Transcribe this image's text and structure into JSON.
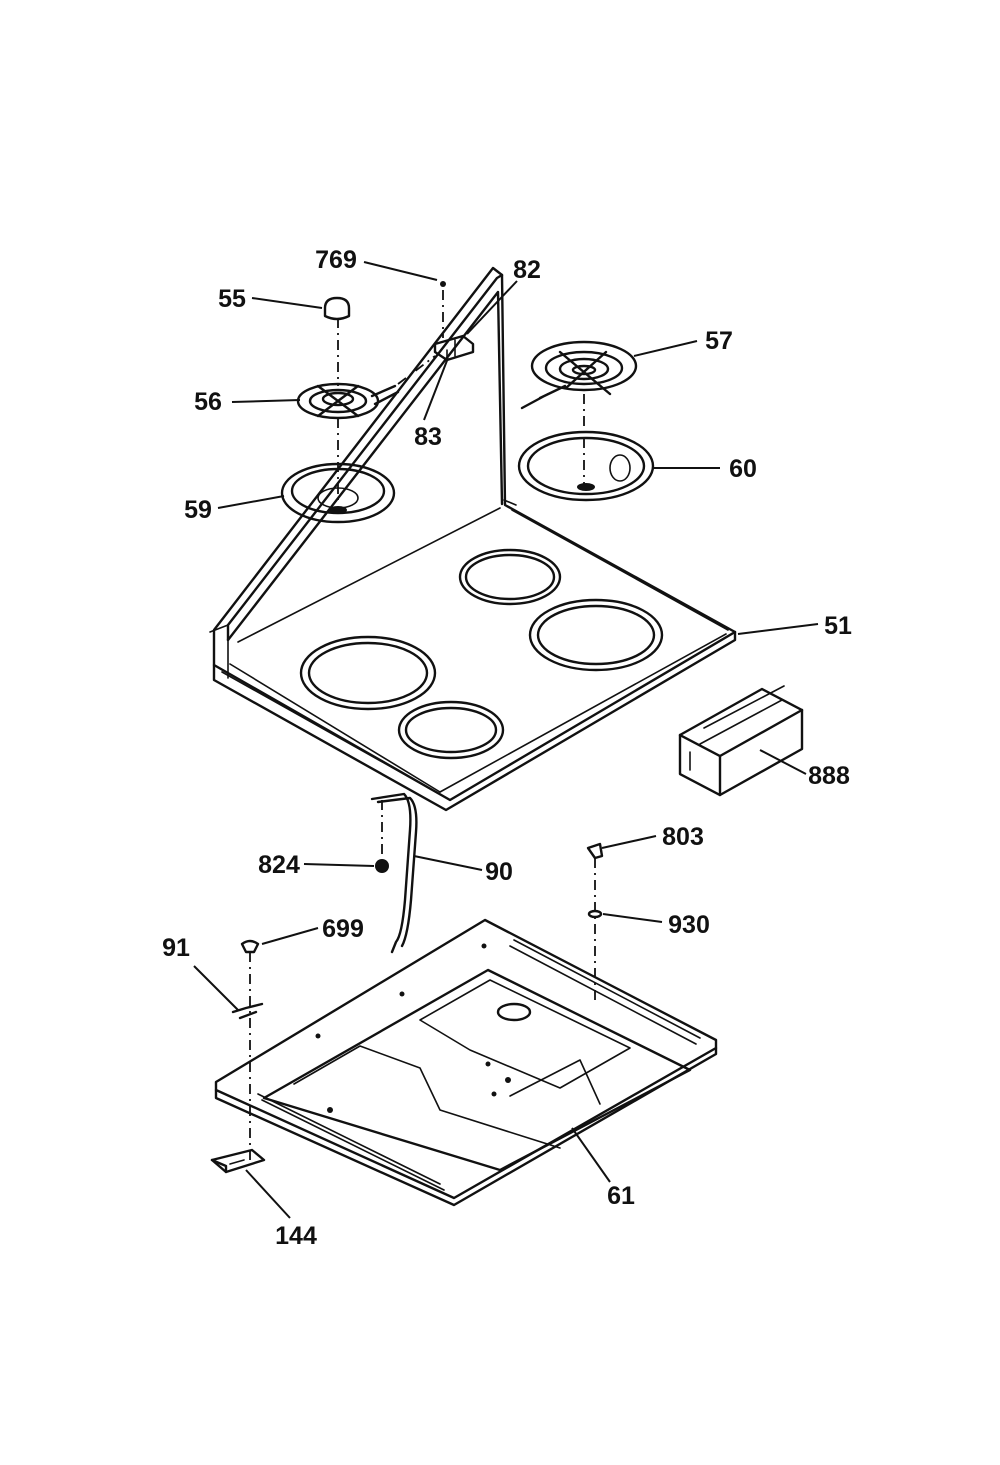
{
  "labels": {
    "p769": "769",
    "p82": "82",
    "p55": "55",
    "p57": "57",
    "p56": "56",
    "p83": "83",
    "p60": "60",
    "p59": "59",
    "p51": "51",
    "p888": "888",
    "p803": "803",
    "p824": "824",
    "p90": "90",
    "p930": "930",
    "p699": "699",
    "p91": "91",
    "p61": "61",
    "p144": "144"
  }
}
